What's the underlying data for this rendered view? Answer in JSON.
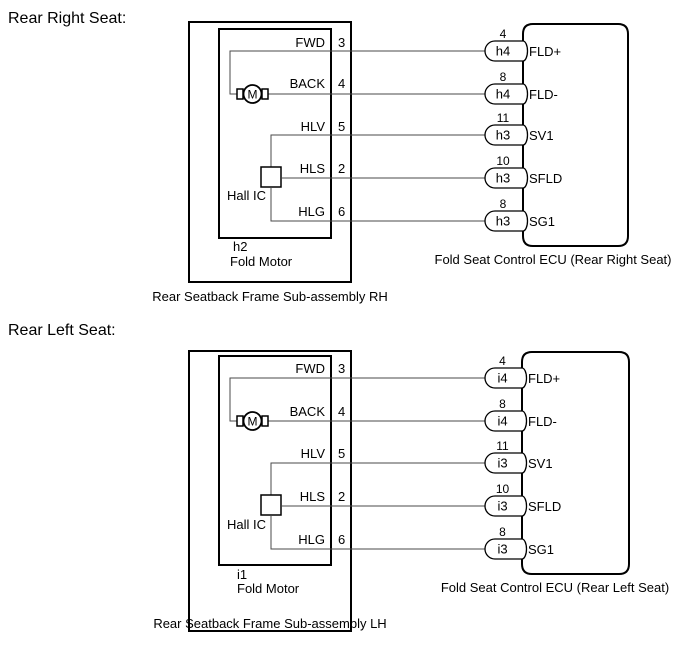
{
  "sections": [
    {
      "title": "Rear Right Seat:",
      "motor": {
        "connector_id": "h2",
        "name": "Fold Motor",
        "assembly_label": "Rear Seatback Frame Sub-assembly RH",
        "hall_label": "Hall IC",
        "motor_symbol": "M",
        "pins": [
          {
            "name": "FWD",
            "num": "3"
          },
          {
            "name": "BACK",
            "num": "4"
          },
          {
            "name": "HLV",
            "num": "5"
          },
          {
            "name": "HLS",
            "num": "2"
          },
          {
            "name": "HLG",
            "num": "6"
          }
        ]
      },
      "ecu": {
        "label": "Fold Seat Control ECU (Rear Right Seat)",
        "terminals": [
          {
            "pin": "4",
            "connector": "h4",
            "name": "FLD+"
          },
          {
            "pin": "8",
            "connector": "h4",
            "name": "FLD-"
          },
          {
            "pin": "11",
            "connector": "h3",
            "name": "SV1"
          },
          {
            "pin": "10",
            "connector": "h3",
            "name": "SFLD"
          },
          {
            "pin": "8",
            "connector": "h3",
            "name": "SG1"
          }
        ]
      }
    },
    {
      "title": "Rear Left Seat:",
      "motor": {
        "connector_id": "i1",
        "name": "Fold Motor",
        "assembly_label": "Rear Seatback Frame Sub-assembly LH",
        "hall_label": "Hall IC",
        "motor_symbol": "M",
        "pins": [
          {
            "name": "FWD",
            "num": "3"
          },
          {
            "name": "BACK",
            "num": "4"
          },
          {
            "name": "HLV",
            "num": "5"
          },
          {
            "name": "HLS",
            "num": "2"
          },
          {
            "name": "HLG",
            "num": "6"
          }
        ]
      },
      "ecu": {
        "label": "Fold Seat Control ECU (Rear Left Seat)",
        "terminals": [
          {
            "pin": "4",
            "connector": "i4",
            "name": "FLD+"
          },
          {
            "pin": "8",
            "connector": "i4",
            "name": "FLD-"
          },
          {
            "pin": "11",
            "connector": "i3",
            "name": "SV1"
          },
          {
            "pin": "10",
            "connector": "i3",
            "name": "SFLD"
          },
          {
            "pin": "8",
            "connector": "i3",
            "name": "SG1"
          }
        ]
      }
    }
  ]
}
